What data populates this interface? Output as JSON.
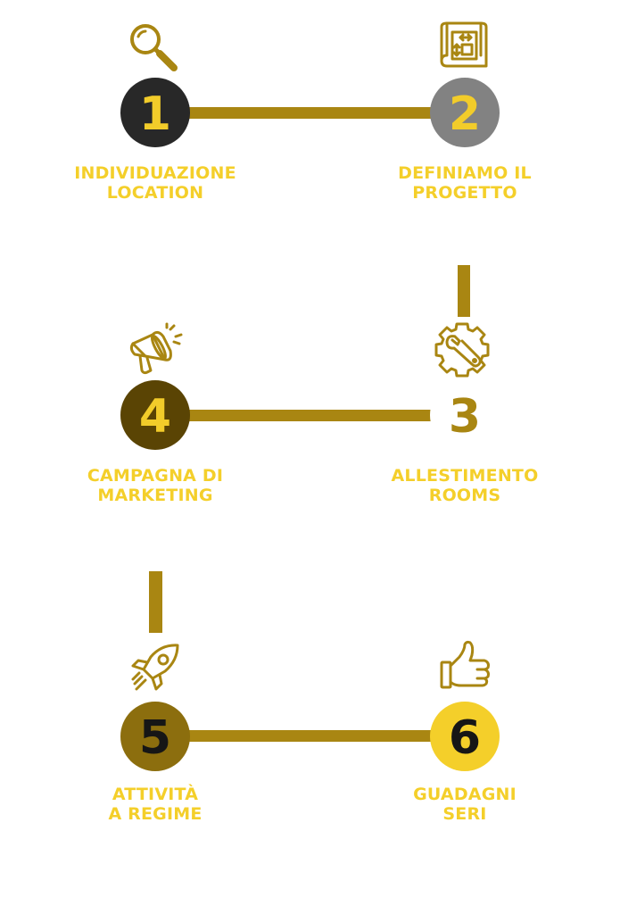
{
  "colors": {
    "connector": "#a98612",
    "label": "#f4cf2a",
    "icon": "#a98612"
  },
  "steps": [
    {
      "number": "1",
      "line1": "INDIVIDUAZIONE",
      "line2": "LOCATION",
      "icon": "magnifier-icon",
      "circle_fill": "#282828",
      "number_color": "#f2cc2a"
    },
    {
      "number": "2",
      "line1": "DEFINIAMO IL",
      "line2": "PROGETTO",
      "icon": "blueprint-icon",
      "circle_fill": "#828282",
      "number_color": "#f2cc2a"
    },
    {
      "number": "3",
      "line1": "ALLESTIMENTO",
      "line2": "ROOMS",
      "icon": "gear-wrench-icon",
      "circle_fill": "#ffffff",
      "number_color": "#a98612"
    },
    {
      "number": "4",
      "line1": "CAMPAGNA DI",
      "line2": "MARKETING",
      "icon": "megaphone-icon",
      "circle_fill": "#5a4404",
      "number_color": "#f2cc2a"
    },
    {
      "number": "5",
      "line1": "ATTIVITÀ",
      "line2": "A REGIME",
      "icon": "rocket-icon",
      "circle_fill": "#8c6e0e",
      "number_color": "#161616"
    },
    {
      "number": "6",
      "line1": "GUADAGNI",
      "line2": "SERI",
      "icon": "thumbs-up-icon",
      "circle_fill": "#f4cf2a",
      "number_color": "#161616"
    }
  ]
}
